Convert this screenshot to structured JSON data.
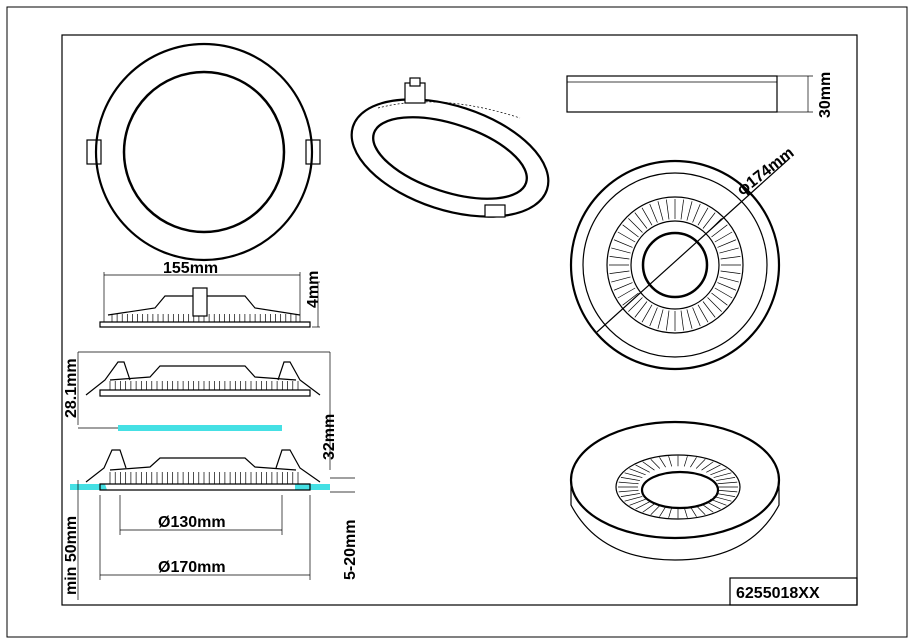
{
  "drawing": {
    "part_number": "6255018XX",
    "dimensions": {
      "diameter_top": "ϕ174mm",
      "height_top": "30mm",
      "width_front": "155mm",
      "height_front": "4mm",
      "height_side": "28.1mm",
      "height_install": "32mm",
      "min_depth": "min 50mm",
      "ceiling_thickness": "5-20mm",
      "cutout_diameter": "Ø130mm",
      "outer_diameter": "Ø170mm"
    },
    "colors": {
      "ceiling_highlight": "#45e0e4",
      "line": "#000000"
    }
  }
}
